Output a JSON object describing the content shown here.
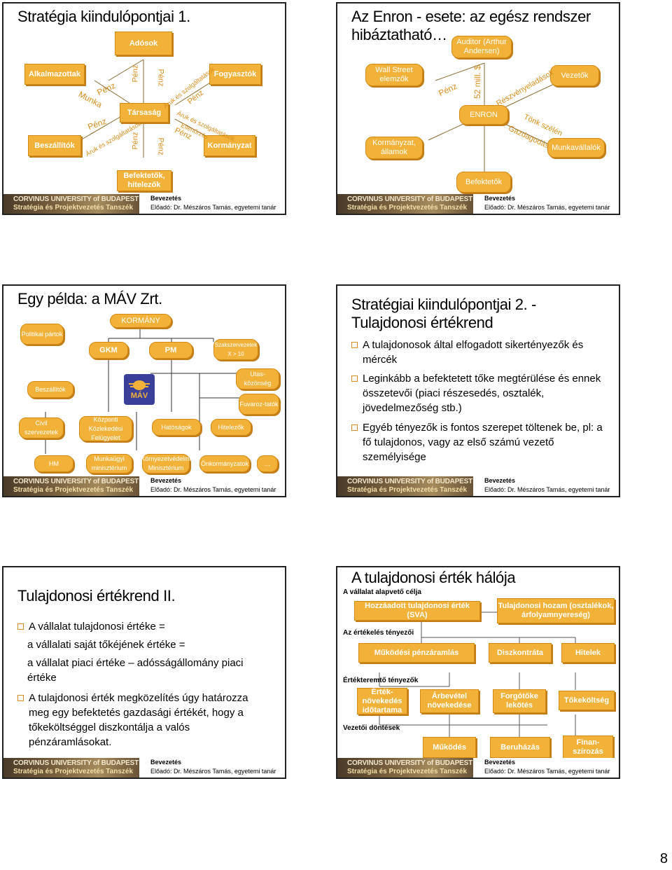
{
  "footer": {
    "corvinus": "CORVINUS UNIVERSITY of BUDAPEST",
    "dept": "Stratégia és Projektvezetés Tanszék",
    "section": "Bevezetés",
    "lecturer": "Előadó: Dr. Mészáros Tamás, egyetemi tanár"
  },
  "page_number": "8",
  "slide1": {
    "title": "Stratégia kiindulópontjai 1.",
    "boxes": {
      "adosok": "Adósok",
      "alkalmazottak": "Alkalmazottak",
      "fogyasztok": "Fogyasztók",
      "tarsasag": "Társaság",
      "beszallitok": "Beszállítók",
      "kormanyzat": "Kormányzat",
      "befektetok": "Befektetők, hitelezők"
    },
    "tags": {
      "penz": "Pénz",
      "munka": "Munka",
      "aruk": "Áruk és szolgáltatások",
      "ellenorzes": "Ellenőrzés"
    }
  },
  "slide2": {
    "title_line1": "Az Enron - esete: az egész rendszer",
    "title_line2": "hibáztatható…",
    "boxes": {
      "auditor": "Auditor (Arthur Andersen)",
      "wallstreet": "Wall Street elemzők",
      "vezetok": "Vezetők",
      "enron": "ENRON",
      "kormanyzat": "Kormányzat, államok",
      "munkavallalok": "Munkavállalók",
      "befektetok": "Befektetők"
    },
    "tags": {
      "penz": "Pénz",
      "mill": "52 mill. $",
      "reszveny": "Részvényeladások",
      "tonk": "Tönk szélén",
      "gazdagodas": "Gazdagodás"
    }
  },
  "slide3": {
    "title": "Egy példa: a MÁV Zrt.",
    "boxes": {
      "kormany": "KORMÁNY",
      "politikai": "Politikai pártok",
      "gkm": "GKM",
      "pm": "PM",
      "szakszervezetek": "Szakszervezetek X > 10",
      "beszallitok": "Beszállítók",
      "utas": "Utas-közönség",
      "fuvaroz": "Fuvaroz-tatók",
      "civil": "Civil szervezetek",
      "kozponti": "Központi Közlekedési Felügyelet",
      "hatosagok": "Hatóságok",
      "hitelezok": "Hitelezők",
      "hm": "HM",
      "munkaugyi": "Munkaügyi minisztérium",
      "kornyezet": "Környezetvédelmi Minisztérium",
      "onkormanyzatok": "Önkormányzatok",
      "etc": "…"
    },
    "logo": "MÁV"
  },
  "slide4": {
    "title_line1": "Stratégiai kiindulópontjai 2. -",
    "title_line2": "Tulajdonosi értékrend",
    "bullets": [
      "A tulajdonosok által elfogadott sikertényezők és mércék",
      "Leginkább a befektetett tőke megtérülése és ennek összetevői (piaci részesedés, osztalék, jövedelmezőség stb.)",
      "Egyéb tényezők is fontos szerepet töltenek be, pl: a fő tulajdonos, vagy az első számú vezető személyisége"
    ]
  },
  "slide5": {
    "title": "Tulajdonosi értékrend II.",
    "b1": "A vállalat tulajdonosi értéke =",
    "l2": "a vállalati saját tőkéjének értéke =",
    "l3": "a vállalat piaci értéke – adósságállomány piaci értéke",
    "b2": "A tulajdonosi érték megközelítés úgy határozza meg egy befektetés gazdasági értékét, hogy a tőkeköltséggel diszkontálja a valós pénzáramlásokat."
  },
  "slide6": {
    "title": "A tulajdonosi érték hálója",
    "labels": {
      "cel": "A vállalat alapvető célja",
      "ertekeles": "Az értékelés tényezői",
      "ertekteremto": "Értékteremtő tényezők",
      "dontesek": "Vezetői döntések"
    },
    "boxes": {
      "sva": "Hozzáadott tulajdonosi érték (SVA)",
      "hozam": "Tulajdonosi hozam (osztalékok, árfolyamnyereség)",
      "penzaramlas": "Működési pénzáramlás",
      "diszkont": "Diszkontráta",
      "hitelek": "Hitelek",
      "idotartam": "Érték-növekedés időtartama",
      "arbevetel": "Árbevétel növekedése",
      "forgotoke": "Forgótőke lekötés",
      "tokekoltseg": "Tőkeköltség",
      "mukodes": "Működés",
      "beruhazas": "Beruházás",
      "finanszirozas": "Finan-szírozás"
    }
  }
}
